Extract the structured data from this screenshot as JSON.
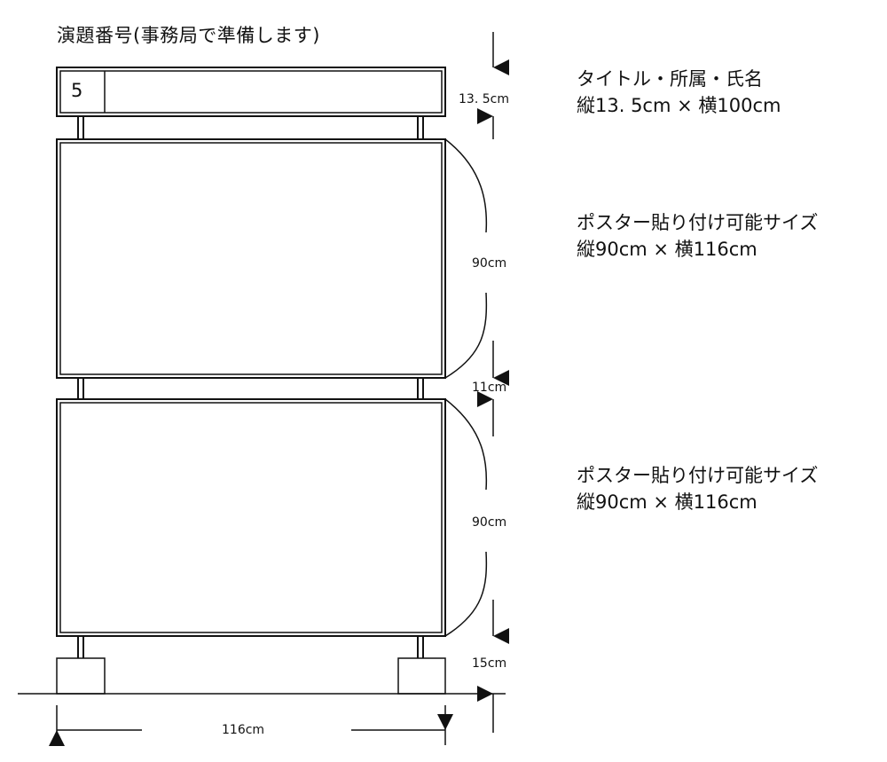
{
  "heading": "演題番号(事務局で準備します)",
  "number_box": {
    "number": "5"
  },
  "dimensions": {
    "title_height": "13. 5cm",
    "poster_height_1": "90cm",
    "gap": "11cm",
    "poster_height_2": "90cm",
    "base_height": "15cm",
    "width": "116cm"
  },
  "descriptions": [
    {
      "line1": "タイトル・所属・氏名",
      "line2": "縦13. 5cm × 横100cm"
    },
    {
      "line1": "ポスター貼り付け可能サイズ",
      "line2": "縦90cm × 横116cm"
    },
    {
      "line1": "ポスター貼り付け可能サイズ",
      "line2": "縦90cm × 横116cm"
    }
  ],
  "colors": {
    "line": "#111111",
    "background": "#ffffff"
  }
}
